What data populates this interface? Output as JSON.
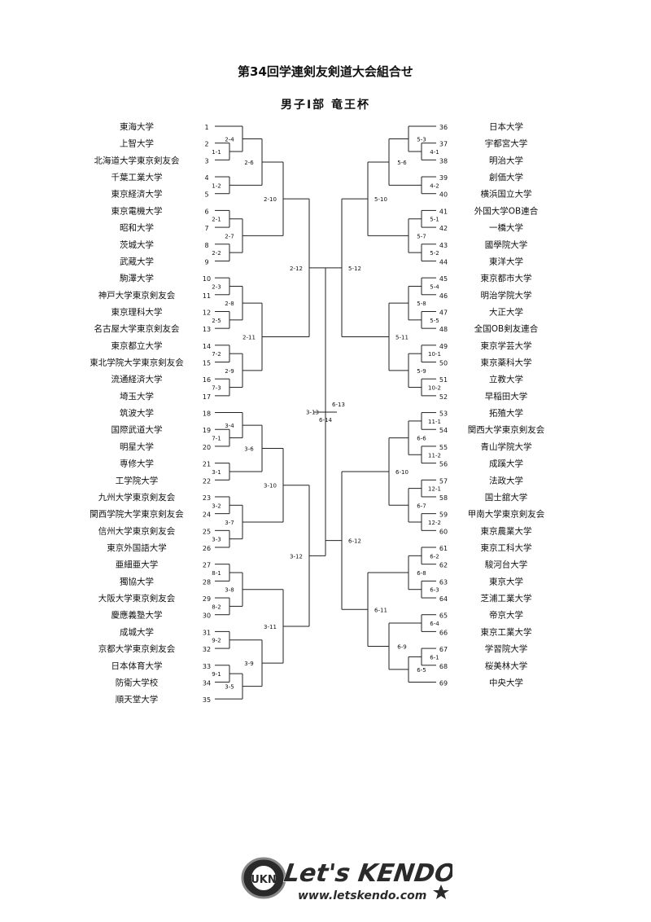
{
  "header": {
    "title": "第34回学連剣友剣道大会組合せ",
    "subtitle": "男子Ⅰ部 竜王杯"
  },
  "left_teams": [
    {
      "no": "1",
      "name": "東海大学"
    },
    {
      "no": "2",
      "name": "上智大学"
    },
    {
      "no": "3",
      "name": "北海道大学東京剣友会"
    },
    {
      "no": "4",
      "name": "千葉工業大学"
    },
    {
      "no": "5",
      "name": "東京経済大学"
    },
    {
      "no": "6",
      "name": "東京電機大学"
    },
    {
      "no": "7",
      "name": "昭和大学"
    },
    {
      "no": "8",
      "name": "茨城大学"
    },
    {
      "no": "9",
      "name": "武蔵大学"
    },
    {
      "no": "10",
      "name": "駒澤大学"
    },
    {
      "no": "11",
      "name": "神戸大学東京剣友会"
    },
    {
      "no": "12",
      "name": "東京理科大学"
    },
    {
      "no": "13",
      "name": "名古屋大学東京剣友会"
    },
    {
      "no": "14",
      "name": "東京都立大学"
    },
    {
      "no": "15",
      "name": "東北学院大学東京剣友会"
    },
    {
      "no": "16",
      "name": "流通経済大学"
    },
    {
      "no": "17",
      "name": "埼玉大学"
    },
    {
      "no": "18",
      "name": "筑波大学"
    },
    {
      "no": "19",
      "name": "国際武道大学"
    },
    {
      "no": "20",
      "name": "明星大学"
    },
    {
      "no": "21",
      "name": "専修大学"
    },
    {
      "no": "22",
      "name": "工学院大学"
    },
    {
      "no": "23",
      "name": "九州大学東京剣友会"
    },
    {
      "no": "24",
      "name": "関西学院大学東京剣友会"
    },
    {
      "no": "25",
      "name": "信州大学東京剣友会"
    },
    {
      "no": "26",
      "name": "東京外国語大学"
    },
    {
      "no": "27",
      "name": "亜細亜大学"
    },
    {
      "no": "28",
      "name": "獨協大学"
    },
    {
      "no": "29",
      "name": "大阪大学東京剣友会"
    },
    {
      "no": "30",
      "name": "慶應義塾大学"
    },
    {
      "no": "31",
      "name": "成城大学"
    },
    {
      "no": "32",
      "name": "京都大学東京剣友会"
    },
    {
      "no": "33",
      "name": "日本体育大学"
    },
    {
      "no": "34",
      "name": "防衛大学校"
    },
    {
      "no": "35",
      "name": "順天堂大学"
    }
  ],
  "right_teams": [
    {
      "no": "36",
      "name": "日本大学"
    },
    {
      "no": "37",
      "name": "宇都宮大学"
    },
    {
      "no": "38",
      "name": "明治大学"
    },
    {
      "no": "39",
      "name": "創価大学"
    },
    {
      "no": "40",
      "name": "横浜国立大学"
    },
    {
      "no": "41",
      "name": "外国大学OB連合"
    },
    {
      "no": "42",
      "name": "一橋大学"
    },
    {
      "no": "43",
      "name": "國學院大学"
    },
    {
      "no": "44",
      "name": "東洋大学"
    },
    {
      "no": "45",
      "name": "東京都市大学"
    },
    {
      "no": "46",
      "name": "明治学院大学"
    },
    {
      "no": "47",
      "name": "大正大学"
    },
    {
      "no": "48",
      "name": "全国OB剣友連合"
    },
    {
      "no": "49",
      "name": "東京学芸大学"
    },
    {
      "no": "50",
      "name": "東京薬科大学"
    },
    {
      "no": "51",
      "name": "立教大学"
    },
    {
      "no": "52",
      "name": "早稲田大学"
    },
    {
      "no": "53",
      "name": "拓殖大学"
    },
    {
      "no": "54",
      "name": "関西大学東京剣友会"
    },
    {
      "no": "55",
      "name": "青山学院大学"
    },
    {
      "no": "56",
      "name": "成蹊大学"
    },
    {
      "no": "57",
      "name": "法政大学"
    },
    {
      "no": "58",
      "name": "国士舘大学"
    },
    {
      "no": "59",
      "name": "甲南大学東京剣友会"
    },
    {
      "no": "60",
      "name": "東京農業大学"
    },
    {
      "no": "61",
      "name": "東京工科大学"
    },
    {
      "no": "62",
      "name": "駿河台大学"
    },
    {
      "no": "63",
      "name": "東京大学"
    },
    {
      "no": "64",
      "name": "芝浦工業大学"
    },
    {
      "no": "65",
      "name": "帝京大学"
    },
    {
      "no": "66",
      "name": "東京工業大学"
    },
    {
      "no": "67",
      "name": "学習院大学"
    },
    {
      "no": "68",
      "name": "桜美林大学"
    },
    {
      "no": "69",
      "name": "中央大学"
    }
  ],
  "left_matches": [
    {
      "label": "1-1",
      "a": "2",
      "b": "3"
    },
    {
      "label": "2-4",
      "a": "1",
      "b": "1-1"
    },
    {
      "label": "1-2",
      "a": "4",
      "b": "5"
    },
    {
      "label": "2-6",
      "a": "2-4",
      "b": "1-2"
    },
    {
      "label": "2-1",
      "a": "6",
      "b": "7"
    },
    {
      "label": "2-2",
      "a": "8",
      "b": "9"
    },
    {
      "label": "2-7",
      "a": "2-1",
      "b": "2-2"
    },
    {
      "label": "2-10",
      "a": "2-6",
      "b": "2-7"
    },
    {
      "label": "2-3",
      "a": "10",
      "b": "11"
    },
    {
      "label": "2-5",
      "a": "12",
      "b": "13"
    },
    {
      "label": "2-8",
      "a": "2-3",
      "b": "2-5"
    },
    {
      "label": "7-2",
      "a": "14",
      "b": "15"
    },
    {
      "label": "7-3",
      "a": "16",
      "b": "17"
    },
    {
      "label": "2-9",
      "a": "7-2",
      "b": "7-3"
    },
    {
      "label": "2-11",
      "a": "2-8",
      "b": "2-9"
    },
    {
      "label": "2-12",
      "a": "2-10",
      "b": "2-11"
    },
    {
      "label": "7-1",
      "a": "19",
      "b": "20"
    },
    {
      "label": "3-4",
      "a": "18",
      "b": "7-1"
    },
    {
      "label": "3-1",
      "a": "21",
      "b": "22"
    },
    {
      "label": "3-6",
      "a": "3-4",
      "b": "3-1"
    },
    {
      "label": "3-2",
      "a": "23",
      "b": "24"
    },
    {
      "label": "3-3",
      "a": "25",
      "b": "26"
    },
    {
      "label": "3-7",
      "a": "3-2",
      "b": "3-3"
    },
    {
      "label": "3-10",
      "a": "3-6",
      "b": "3-7"
    },
    {
      "label": "8-1",
      "a": "27",
      "b": "28"
    },
    {
      "label": "8-2",
      "a": "29",
      "b": "30"
    },
    {
      "label": "3-8",
      "a": "8-1",
      "b": "8-2"
    },
    {
      "label": "9-2",
      "a": "31",
      "b": "32"
    },
    {
      "label": "9-1",
      "a": "33",
      "b": "34"
    },
    {
      "label": "3-5",
      "a": "9-1",
      "b": "35"
    },
    {
      "label": "3-9",
      "a": "9-2",
      "b": "3-5"
    },
    {
      "label": "3-11",
      "a": "3-8",
      "b": "3-9"
    },
    {
      "label": "3-12",
      "a": "3-10",
      "b": "3-11"
    },
    {
      "label": "3-13",
      "a": "2-12",
      "b": "3-12"
    }
  ],
  "right_matches": [
    {
      "label": "4-1",
      "a": "37",
      "b": "38"
    },
    {
      "label": "5-3",
      "a": "36",
      "b": "4-1"
    },
    {
      "label": "4-2",
      "a": "39",
      "b": "40"
    },
    {
      "label": "5-6",
      "a": "5-3",
      "b": "4-2"
    },
    {
      "label": "5-1",
      "a": "41",
      "b": "42"
    },
    {
      "label": "5-2",
      "a": "43",
      "b": "44"
    },
    {
      "label": "5-7",
      "a": "5-1",
      "b": "5-2"
    },
    {
      "label": "5-10",
      "a": "5-6",
      "b": "5-7"
    },
    {
      "label": "5-4",
      "a": "45",
      "b": "46"
    },
    {
      "label": "5-5",
      "a": "47",
      "b": "48"
    },
    {
      "label": "5-8",
      "a": "5-4",
      "b": "5-5"
    },
    {
      "label": "10-1",
      "a": "49",
      "b": "50"
    },
    {
      "label": "10-2",
      "a": "51",
      "b": "52"
    },
    {
      "label": "5-9",
      "a": "10-1",
      "b": "10-2"
    },
    {
      "label": "5-11",
      "a": "5-8",
      "b": "5-9"
    },
    {
      "label": "5-12",
      "a": "5-10",
      "b": "5-11"
    },
    {
      "label": "11-1",
      "a": "53",
      "b": "54"
    },
    {
      "label": "11-2",
      "a": "55",
      "b": "56"
    },
    {
      "label": "6-6",
      "a": "11-1",
      "b": "11-2"
    },
    {
      "label": "12-1",
      "a": "57",
      "b": "58"
    },
    {
      "label": "12-2",
      "a": "59",
      "b": "60"
    },
    {
      "label": "6-7",
      "a": "12-1",
      "b": "12-2"
    },
    {
      "label": "6-10",
      "a": "6-6",
      "b": "6-7"
    },
    {
      "label": "6-2",
      "a": "61",
      "b": "62"
    },
    {
      "label": "6-3",
      "a": "63",
      "b": "64"
    },
    {
      "label": "6-8",
      "a": "6-2",
      "b": "6-3"
    },
    {
      "label": "6-4",
      "a": "65",
      "b": "66"
    },
    {
      "label": "6-1",
      "a": "67",
      "b": "68"
    },
    {
      "label": "6-5",
      "a": "6-1",
      "b": "69"
    },
    {
      "label": "6-9",
      "a": "6-4",
      "b": "6-5"
    },
    {
      "label": "6-11",
      "a": "6-8",
      "b": "6-9"
    },
    {
      "label": "6-12",
      "a": "6-10",
      "b": "6-11"
    },
    {
      "label": "6-13",
      "a": "5-12",
      "b": "6-12"
    }
  ],
  "final_match": {
    "label": "6-14",
    "a": "3-13",
    "b": "6-13"
  },
  "logo": {
    "badge": "UKN",
    "wordmark": "Let's KENDO!",
    "url": "www.letskendo.com"
  }
}
